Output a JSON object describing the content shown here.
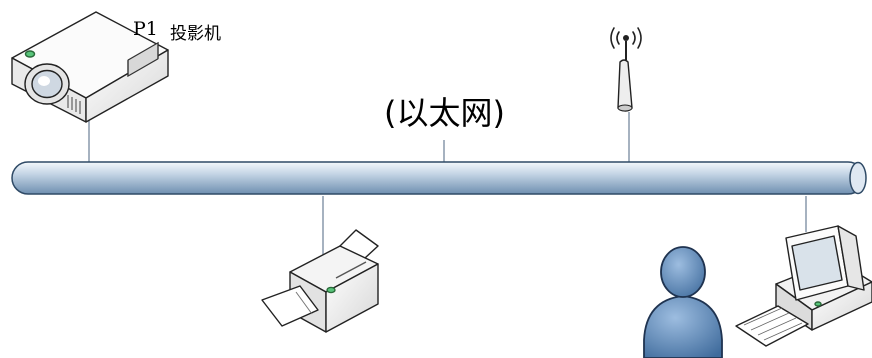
{
  "labels": {
    "projector_id": "P1",
    "projector_name": "投影机",
    "network": "(以太网)"
  },
  "colors": {
    "cable_light": "#e6eef7",
    "cable_mid": "#a8bfd6",
    "cable_dark": "#4d6f93",
    "person_fill": "#6b93c2",
    "person_dark": "#2e4e74",
    "device_body": "#f2f2f2",
    "device_shadow": "#cfcfcf",
    "led_green": "#58c47a"
  },
  "icons": {
    "projector": "projector-icon",
    "antenna": "wireless-antenna-icon",
    "printer": "printer-icon",
    "user": "user-icon",
    "computer": "desktop-computer-icon"
  }
}
